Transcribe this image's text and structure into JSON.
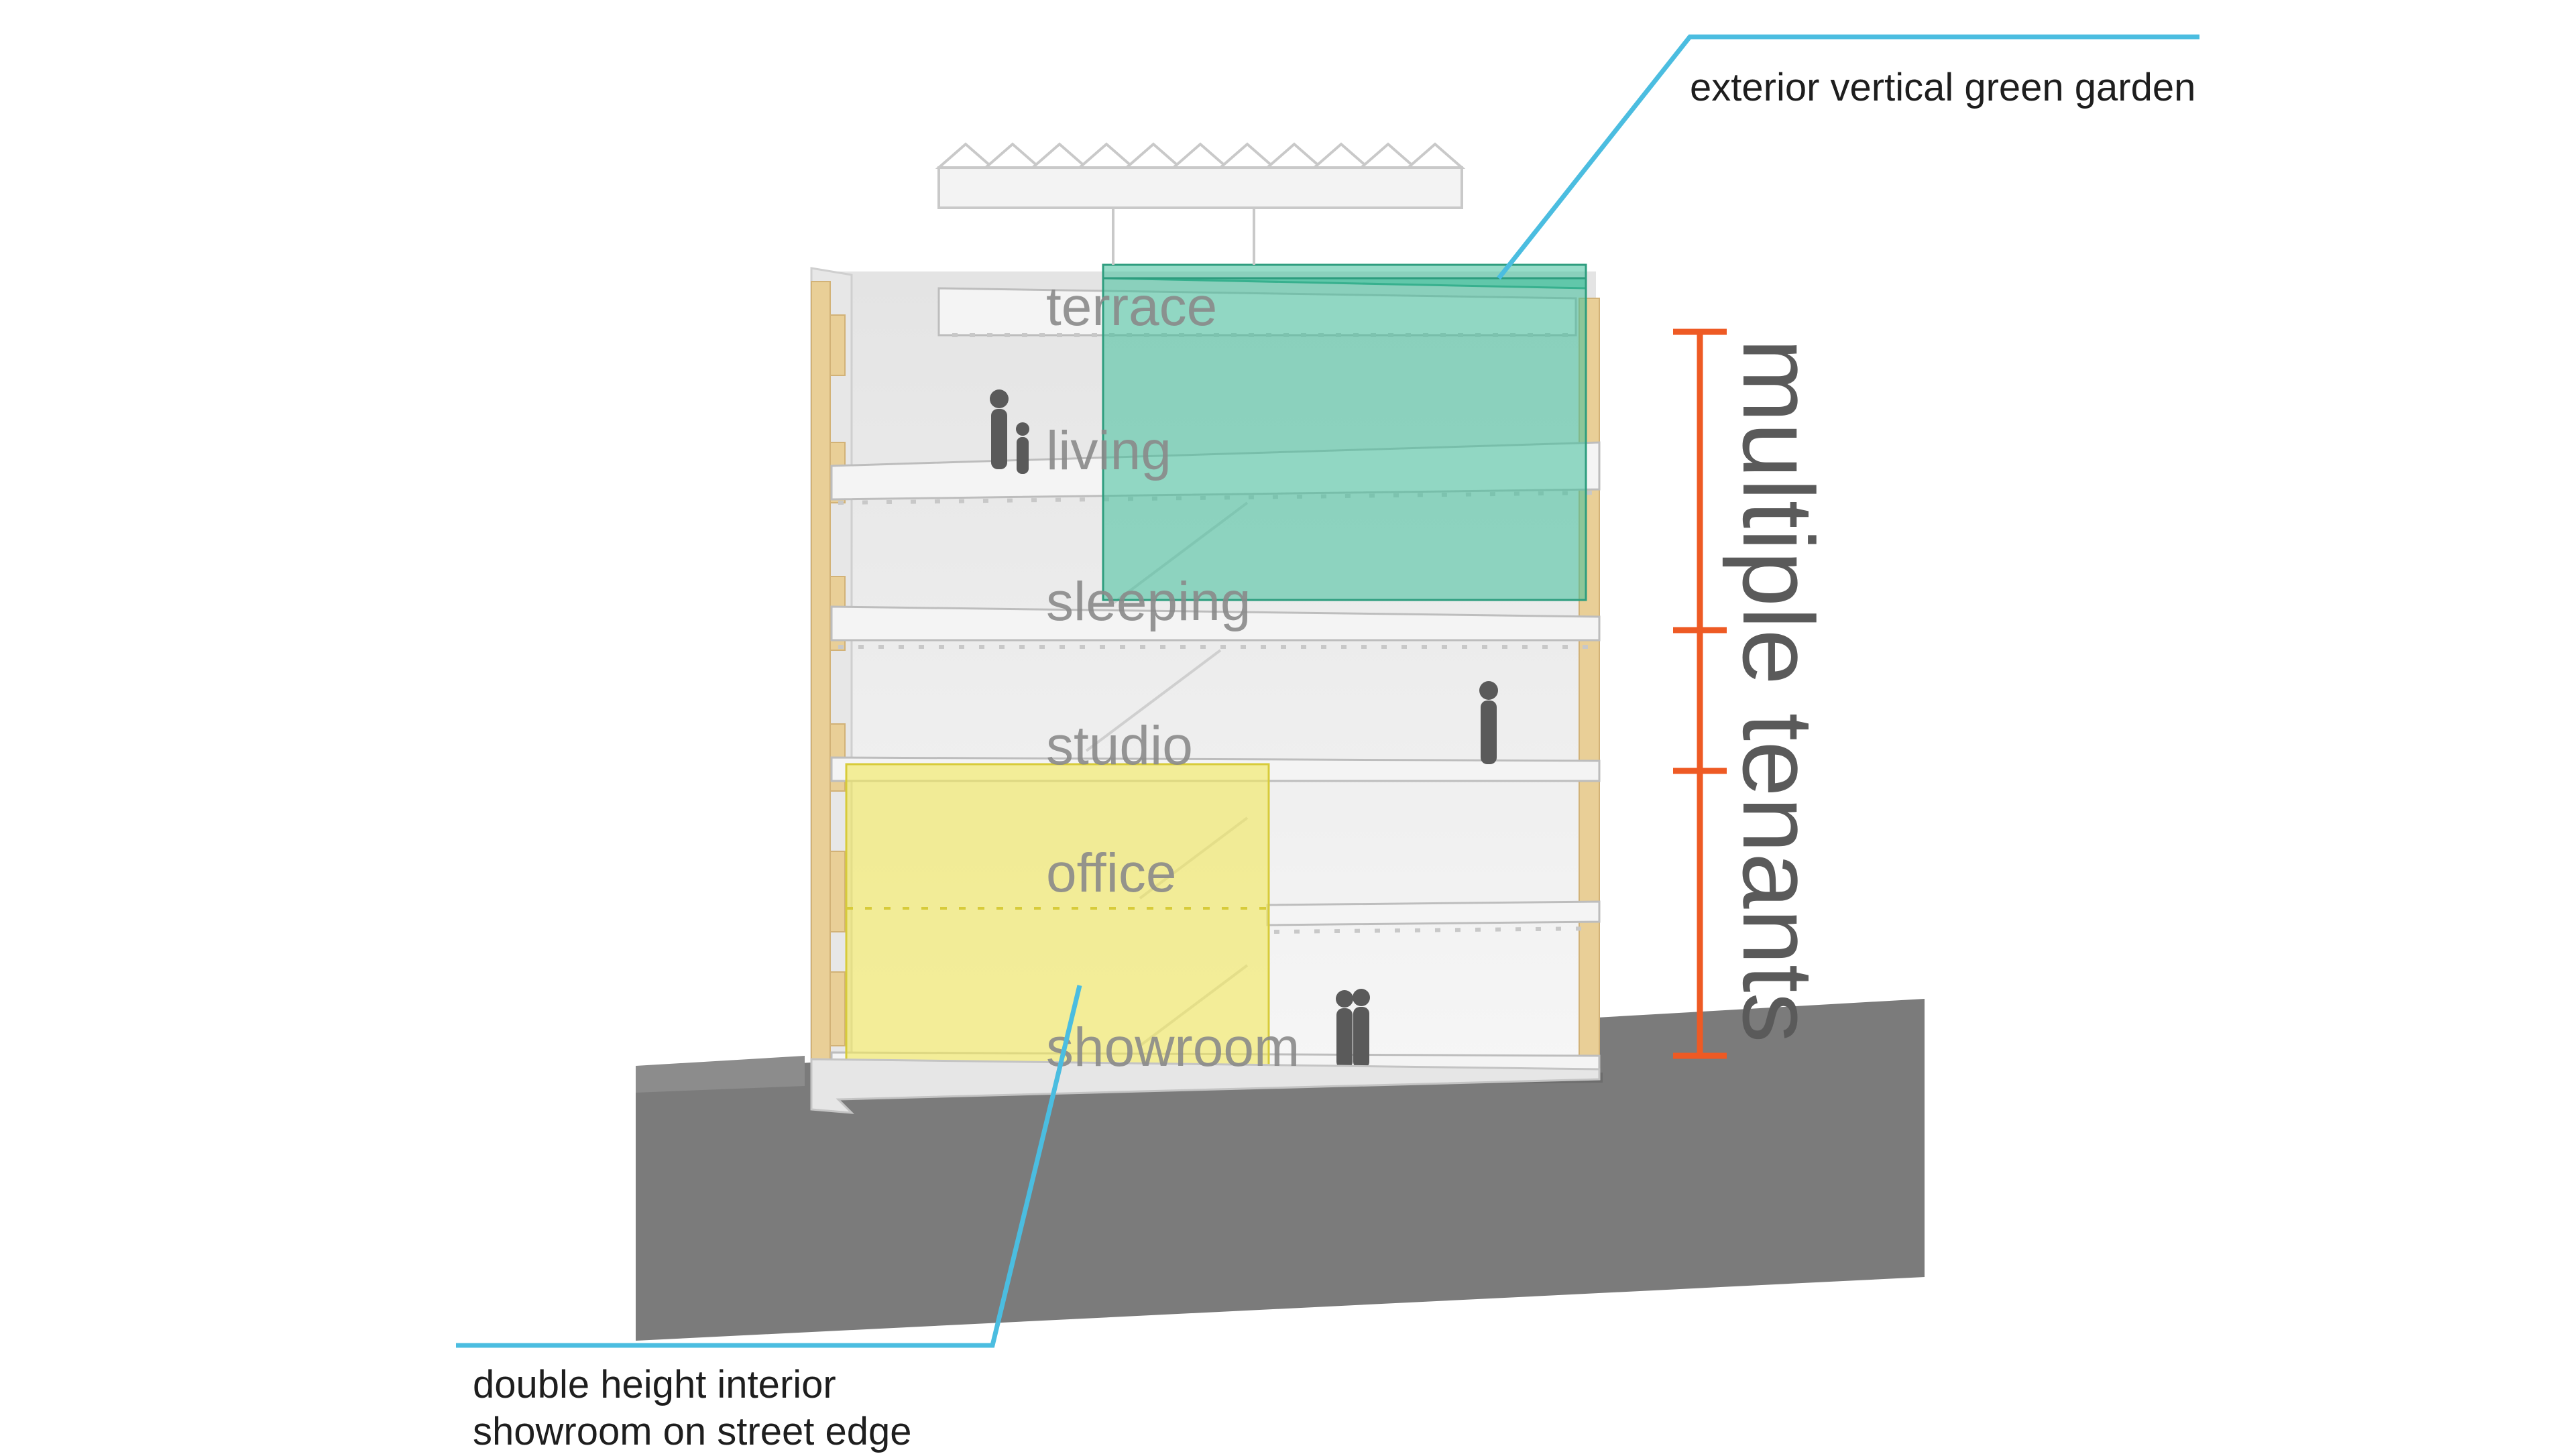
{
  "floors": {
    "terrace": "terrace",
    "living": "living",
    "sleeping": "sleeping",
    "studio": "studio",
    "office": "office",
    "showroom": "showroom"
  },
  "callouts": {
    "garden": "exterior vertical green garden",
    "showroom_line1": "double height interior",
    "showroom_line2": "showroom on street edge"
  },
  "tenants_label": "multiple tenants",
  "colors": {
    "callout_line": "#4bbde0",
    "dimension": "#ee5a24",
    "garden_glass": "#3fbf9a",
    "showroom_glass": "#f2e85a",
    "ground": "#7b7b7b",
    "timber": "#e9cf97"
  },
  "icons": {
    "figures": "person-silhouette-icon",
    "roof": "solar-canopy-icon"
  }
}
